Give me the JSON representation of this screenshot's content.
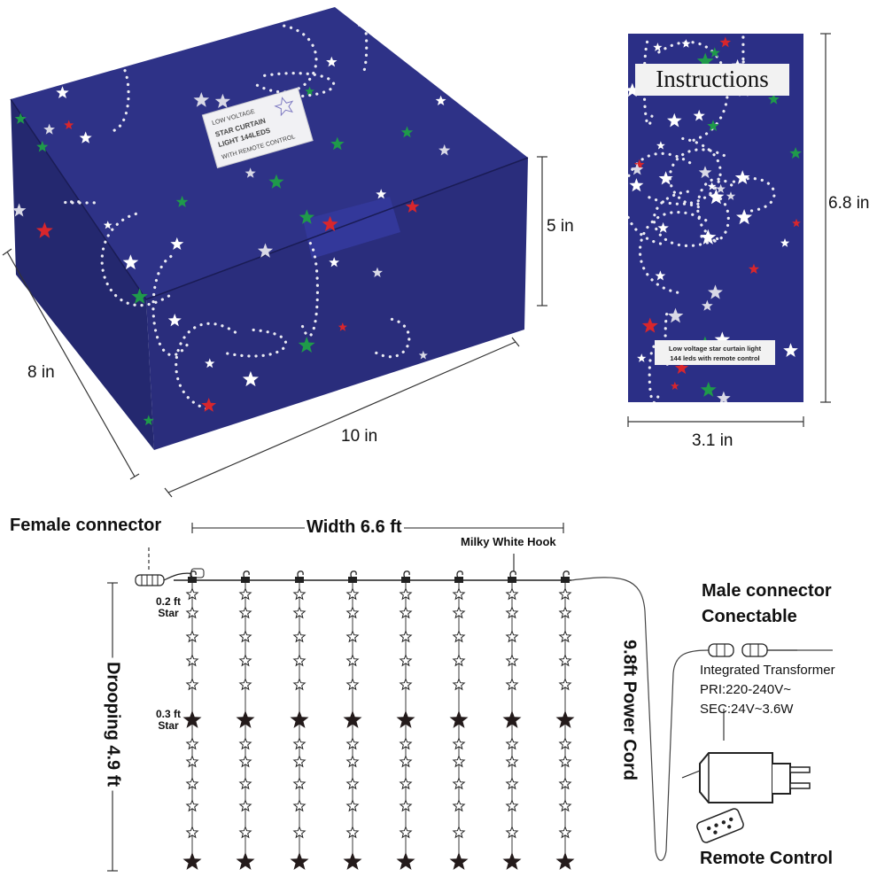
{
  "box": {
    "label_line1": "LOW VOLTAGE",
    "label_line2": "STAR CURTAIN",
    "label_line3": "LIGHT 144LEDS",
    "label_line4": "WITH REMOTE CONTROL",
    "dim_height": "5 in",
    "dim_depth": "8 in",
    "dim_width": "10 in"
  },
  "booklet": {
    "title": "Instructions",
    "caption_line1": "Low voltage star curtain light",
    "caption_line2": "144 leds with remote control",
    "dim_height": "6.8 in",
    "dim_width": "3.1 in"
  },
  "diagram": {
    "female_connector": "Female connector",
    "width": "Width 6.6 ft",
    "hook": "Milky White Hook",
    "small_star_size": "0.2 ft",
    "small_star_word": "Star",
    "large_star_size": "0.3 ft",
    "large_star_word": "Star",
    "drooping": "Drooping 4.9 ft",
    "power_cord": "9.8ft Power Cord",
    "male_connector": "Male connector",
    "connectable": "Conectable",
    "transformer": "Integrated Transformer",
    "pri": "PRI:220-240V~",
    "sec": "SEC:24V~3.6W",
    "remote": "Remote Control"
  },
  "colors": {
    "box_blue": "#2c2f82",
    "box_dark": "#1f2266",
    "star_red": "#d8262c",
    "star_green": "#1f9a4a",
    "line": "#222222"
  }
}
